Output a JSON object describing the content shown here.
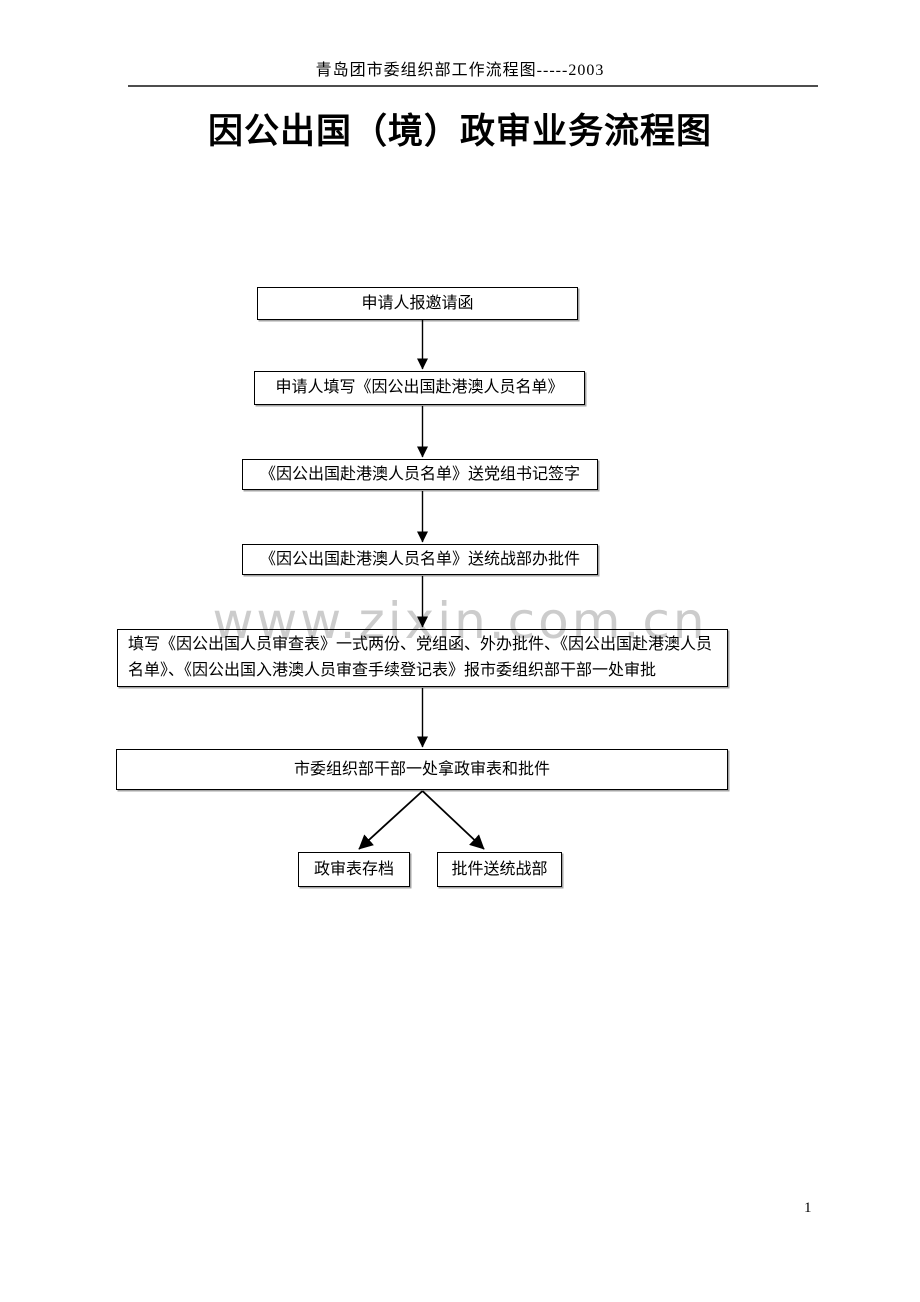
{
  "header": {
    "text": "青岛团市委组织部工作流程图-----2003"
  },
  "title": {
    "text": "因公出国（境）政审业务流程图"
  },
  "watermark": {
    "text": "www.zixin.com.cn"
  },
  "flowchart": {
    "nodes": [
      {
        "id": "report-invitation",
        "label": "申请人报邀请函"
      },
      {
        "id": "fill-namelist",
        "label": "申请人填写《因公出国赴港澳人员名单》"
      },
      {
        "id": "secretary-signature",
        "label": "《因公出国赴港澳人员名单》送党组书记签字"
      },
      {
        "id": "united-front-approval",
        "label": "《因公出国赴港澳人员名单》送统战部办批件"
      },
      {
        "id": "submit-review-forms",
        "label": "填写《因公出国人员审查表》一式两份、党组函、外办批件、《因公出国赴港澳人员名单》、《因公出国入港澳人员审查手续登记表》报市委组织部干部一处审批"
      },
      {
        "id": "pickup-approval",
        "label": "市委组织部干部一处拿政审表和批件"
      },
      {
        "id": "archive-review-form",
        "label": "政审表存档"
      },
      {
        "id": "send-approval-doc",
        "label": "批件送统战部"
      }
    ]
  },
  "footer": {
    "page_number": "1"
  },
  "colors": {
    "box_border": "#000000",
    "header_rule": "#4d4d4d",
    "watermark": "#cccccc",
    "text": "#000000",
    "background": "#ffffff"
  }
}
